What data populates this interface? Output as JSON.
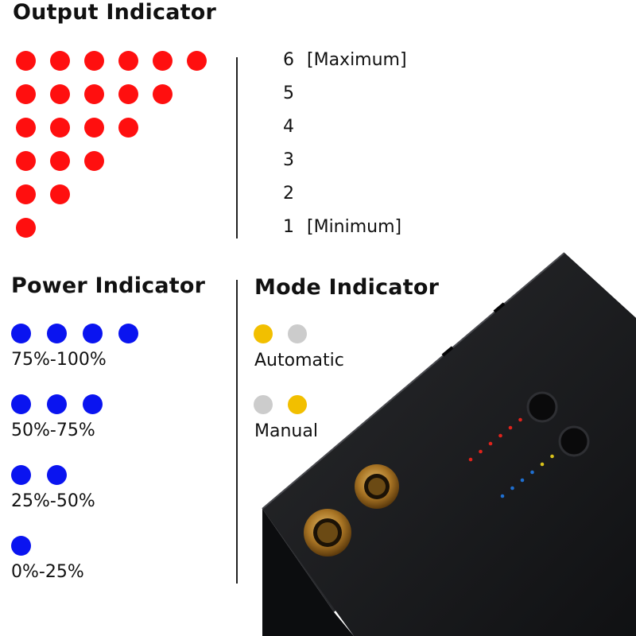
{
  "output": {
    "title": "Output Indicator",
    "color": "#ff0f0f",
    "levels": [
      {
        "level": "6",
        "note": "[Maximum]",
        "dots": 6
      },
      {
        "level": "5",
        "note": "",
        "dots": 5
      },
      {
        "level": "4",
        "note": "",
        "dots": 4
      },
      {
        "level": "3",
        "note": "",
        "dots": 3
      },
      {
        "level": "2",
        "note": "",
        "dots": 2
      },
      {
        "level": "1",
        "note": "[Minimum]",
        "dots": 1
      }
    ]
  },
  "power": {
    "title": "Power Indicator",
    "color": "#0a14f0",
    "levels": [
      {
        "label": "75%-100%",
        "dots": 4
      },
      {
        "label": "50%-75%",
        "dots": 3
      },
      {
        "label": "25%-50%",
        "dots": 2
      },
      {
        "label": "0%-25%",
        "dots": 1
      }
    ]
  },
  "mode": {
    "title": "Mode Indicator",
    "on_color": "#f2bf00",
    "off_color": "#cccccc",
    "modes": [
      {
        "label": "Automatic",
        "lit": [
          true,
          false
        ]
      },
      {
        "label": "Manual",
        "lit": [
          false,
          true
        ]
      }
    ]
  },
  "device": {
    "icon": "charger-device-icon",
    "body_color": "#17181a",
    "port_color": "#b8862e",
    "red_led_color": "#e0231b",
    "blue_led_color": "#1f6fd1",
    "yellow_led_color": "#d9c21a"
  }
}
